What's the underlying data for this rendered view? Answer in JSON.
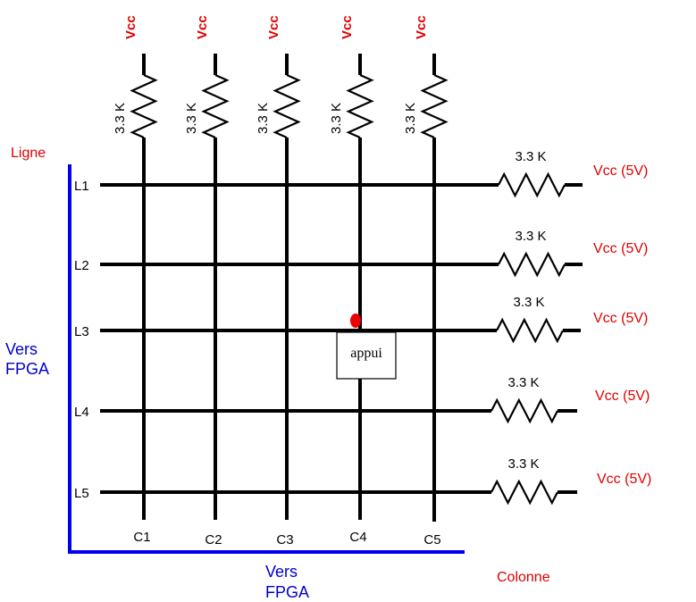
{
  "labels": {
    "ligne": "Ligne",
    "colonne": "Colonne",
    "vers_fpga_left": [
      "Vers",
      "FPGA"
    ],
    "vers_fpga_bottom": [
      "Vers",
      "FPGA"
    ],
    "appui": "appui"
  },
  "columns": [
    {
      "name": "C1",
      "vcc": "Vcc",
      "resistor": "3.3 K"
    },
    {
      "name": "C2",
      "vcc": "Vcc",
      "resistor": "3.3 K"
    },
    {
      "name": "C3",
      "vcc": "Vcc",
      "resistor": "3.3 K"
    },
    {
      "name": "C4",
      "vcc": "Vcc",
      "resistor": "3.3 K"
    },
    {
      "name": "C5",
      "vcc": "Vcc",
      "resistor": "3.3 K"
    }
  ],
  "rows": [
    {
      "name": "L1",
      "vcc": "Vcc (5V)",
      "resistor": "3.3 K"
    },
    {
      "name": "L2",
      "vcc": "Vcc (5V)",
      "resistor": "3.3 K"
    },
    {
      "name": "L3",
      "vcc": "Vcc (5V)",
      "resistor": "3.3 K"
    },
    {
      "name": "L4",
      "vcc": "Vcc (5V)",
      "resistor": "3.3 K"
    },
    {
      "name": "L5",
      "vcc": "Vcc (5V)",
      "resistor": "3.3 K"
    }
  ],
  "pressed_key": {
    "row": "L3",
    "column": "C4"
  },
  "colors": {
    "wire": "#000000",
    "vcc": "#e00000",
    "bus": "#0000ee",
    "press": "#ee0000"
  }
}
